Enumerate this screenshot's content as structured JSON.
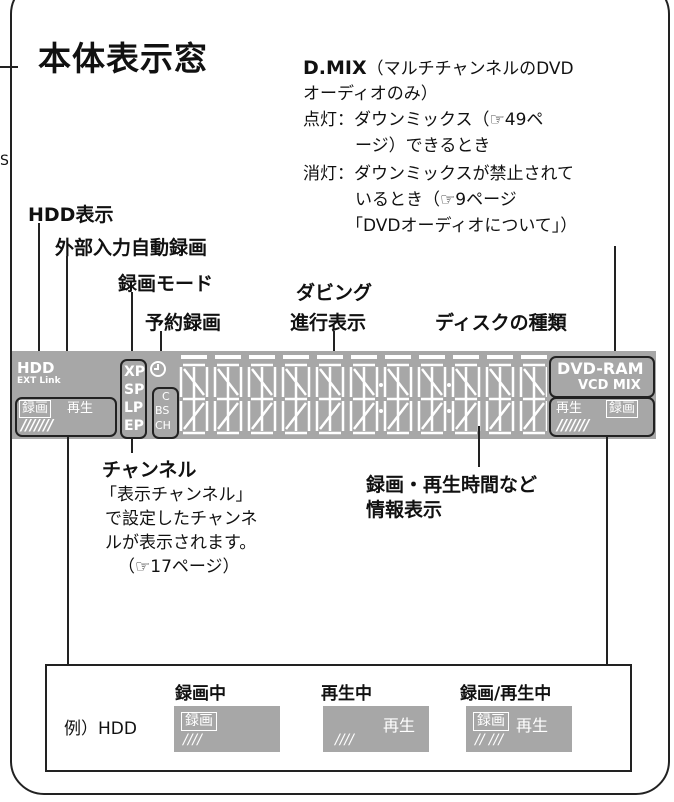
{
  "title": "本体表示窓",
  "dmix": {
    "heading": "D.MIX",
    "heading_rest": "（マルチチャンネルのDVD",
    "line2": "オーディオのみ）",
    "on_label": "点灯：",
    "on_text1": "ダウンミックス（",
    "on_page": "49ペ",
    "on_text2": "ージ）できるとき",
    "off_label": "消灯：",
    "off_text1": "ダウンミックスが禁止されて",
    "off_text2": "いるとき（",
    "off_page": "9ページ",
    "off_text3": "「DVDオーディオについて」）"
  },
  "labels": {
    "hdd": "HDD表示",
    "ext": "外部入力自動録画",
    "mode": "録画モード",
    "timer": "予約録画",
    "dubbing1": "ダビング",
    "dubbing2": "進行表示",
    "disc": "ディスクの種類",
    "channel": "チャンネル",
    "time1": "録画・再生時間など",
    "time2": "情報表示"
  },
  "channel_note": {
    "line1": "「表示チャンネル」",
    "line2": "で設定したチャンネ",
    "line3": "ルが表示されます。",
    "line4_pre": "（",
    "line4_page": "17ページ）"
  },
  "panel": {
    "hdd": "HDD",
    "ext_link": "EXT Link",
    "rec": "録画",
    "play": "再生",
    "ticks": "///////",
    "modes": [
      "XP",
      "SP",
      "LP",
      "EP"
    ],
    "bands": [
      "C",
      "BS",
      "CH"
    ],
    "dvd_ram": "DVD-RAM",
    "vcd_mix": "VCD MIX"
  },
  "example": {
    "prefix": "例）HDD",
    "col1_title": "録画中",
    "col2_title": "再生中",
    "col3_title": "録画/再生中",
    "rec": "録画",
    "play": "再生",
    "ticks4": "////",
    "ticks_split": "// ///"
  },
  "edge_mark": "S"
}
